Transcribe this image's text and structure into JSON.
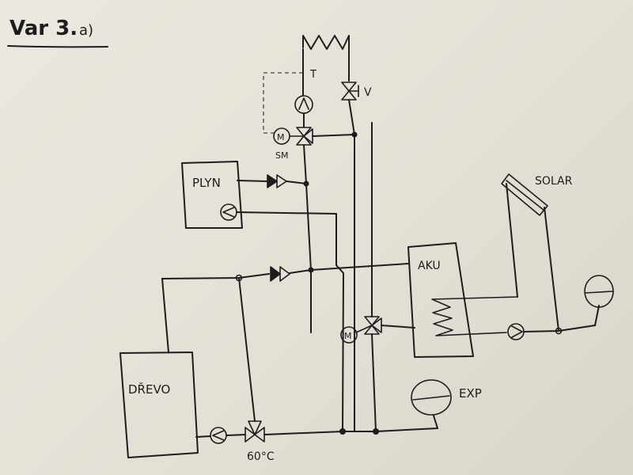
{
  "title": "Var 3.",
  "subtitle": "a)",
  "labels": {
    "t": "T",
    "v": "V",
    "m1": "M",
    "sm": "SM",
    "m2": "M",
    "plyn": "PLYN",
    "aku": "AKU",
    "solar": "SOLAR",
    "drevo": "DŘEVO",
    "exp": "EXP",
    "temp": "60°C"
  }
}
